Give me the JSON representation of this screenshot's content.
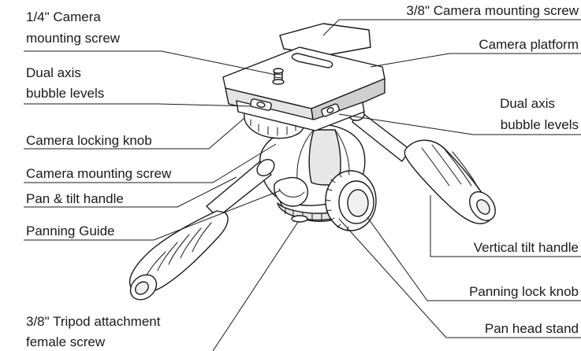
{
  "labels": {
    "quarter_screw_line1": "1/4\" Camera",
    "quarter_screw_line2": "mounting screw",
    "bubble_left_line1": "Dual axis",
    "bubble_left_line2": "bubble levels",
    "camera_locking_knob": "Camera locking knob",
    "camera_mounting_screw": "Camera mounting screw",
    "pan_tilt_handle": "Pan & tilt handle",
    "panning_guide": "Panning Guide",
    "tripod_screw_line1": "3/8\" Tripod attachment",
    "tripod_screw_line2": "female screw",
    "three_eighths_screw": "3/8\" Camera mounting screw",
    "camera_platform": "Camera platform",
    "bubble_right_line1": "Dual axis",
    "bubble_right_line2": "bubble levels",
    "vertical_tilt_handle": "Vertical tilt handle",
    "panning_lock_knob": "Panning lock knob",
    "pan_head_stand": "Pan head stand"
  },
  "colors": {
    "line": "#1a1a1a",
    "fill": "#ffffff",
    "shade": "#d9d9d9"
  }
}
